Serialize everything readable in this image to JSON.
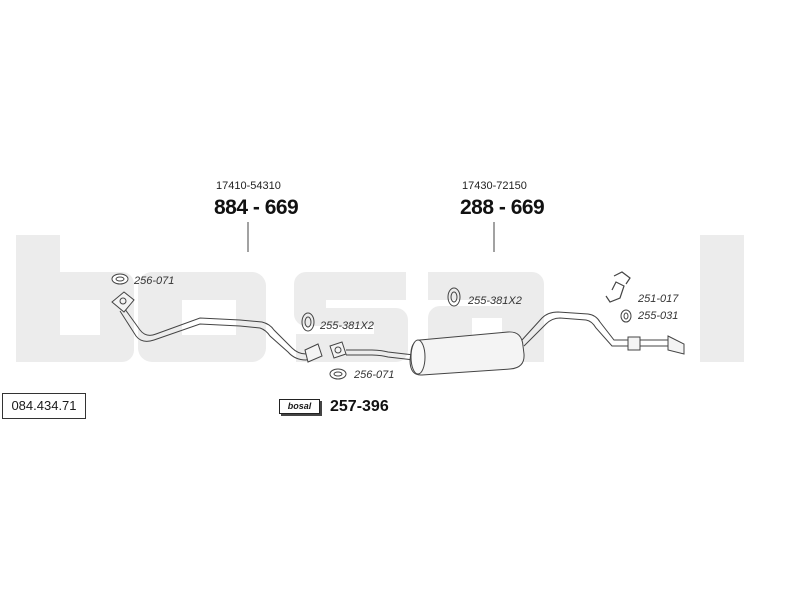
{
  "watermark": {
    "text": "bosal",
    "color": "#ececec"
  },
  "reference": {
    "number": "084.434.71"
  },
  "sections": [
    {
      "oem": "17410-54310",
      "part": "884 - 669"
    },
    {
      "oem": "17430-72150",
      "part": "288 - 669"
    }
  ],
  "small_parts": {
    "gasket_front": "256-071",
    "clamp_front": "255-381X2",
    "gasket_mid": "256-071",
    "clamp_rear": "255-381X2",
    "hanger": "251-017",
    "rubber": "255-031"
  },
  "kit": {
    "logo": "bosal",
    "number": "257-396"
  },
  "colors": {
    "line": "#444444",
    "pipe_fill": "#f4f4f4"
  }
}
